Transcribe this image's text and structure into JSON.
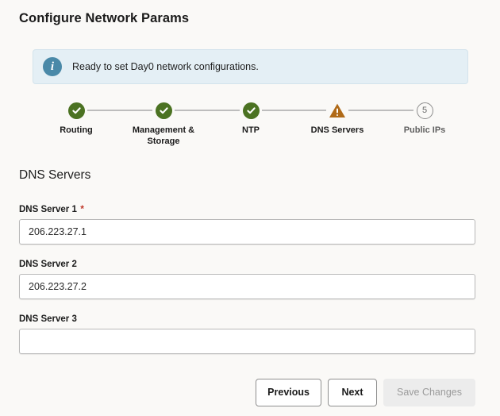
{
  "page": {
    "title": "Configure Network Params"
  },
  "banner": {
    "icon": "info-icon",
    "icon_glyph": "i",
    "message": "Ready to set Day0 network configurations.",
    "background_color": "#e4eff5",
    "icon_color": "#4a89a8"
  },
  "stepper": {
    "colors": {
      "done": "#4b7222",
      "warning": "#b06a18",
      "pending": "#8d8d8d",
      "connector": "#bdbdbd"
    },
    "steps": [
      {
        "label": "Routing",
        "state": "done",
        "number": "1",
        "icon": "check-icon"
      },
      {
        "label": "Management & Storage",
        "state": "done",
        "number": "2",
        "icon": "check-icon"
      },
      {
        "label": "NTP",
        "state": "done",
        "number": "3",
        "icon": "check-icon"
      },
      {
        "label": "DNS Servers",
        "state": "warning",
        "number": "4",
        "icon": "warning-triangle-icon"
      },
      {
        "label": "Public IPs",
        "state": "pending",
        "number": "5",
        "icon": "step-number"
      }
    ]
  },
  "section": {
    "heading": "DNS Servers"
  },
  "form": {
    "required_marker": "*",
    "fields": [
      {
        "label": "DNS Server 1",
        "required": true,
        "value": "206.223.27.1",
        "placeholder": ""
      },
      {
        "label": "DNS Server 2",
        "required": false,
        "value": "206.223.27.2",
        "placeholder": ""
      },
      {
        "label": "DNS Server 3",
        "required": false,
        "value": "",
        "placeholder": ""
      }
    ]
  },
  "footer": {
    "previous_label": "Previous",
    "next_label": "Next",
    "save_label": "Save Changes",
    "save_disabled": true
  }
}
